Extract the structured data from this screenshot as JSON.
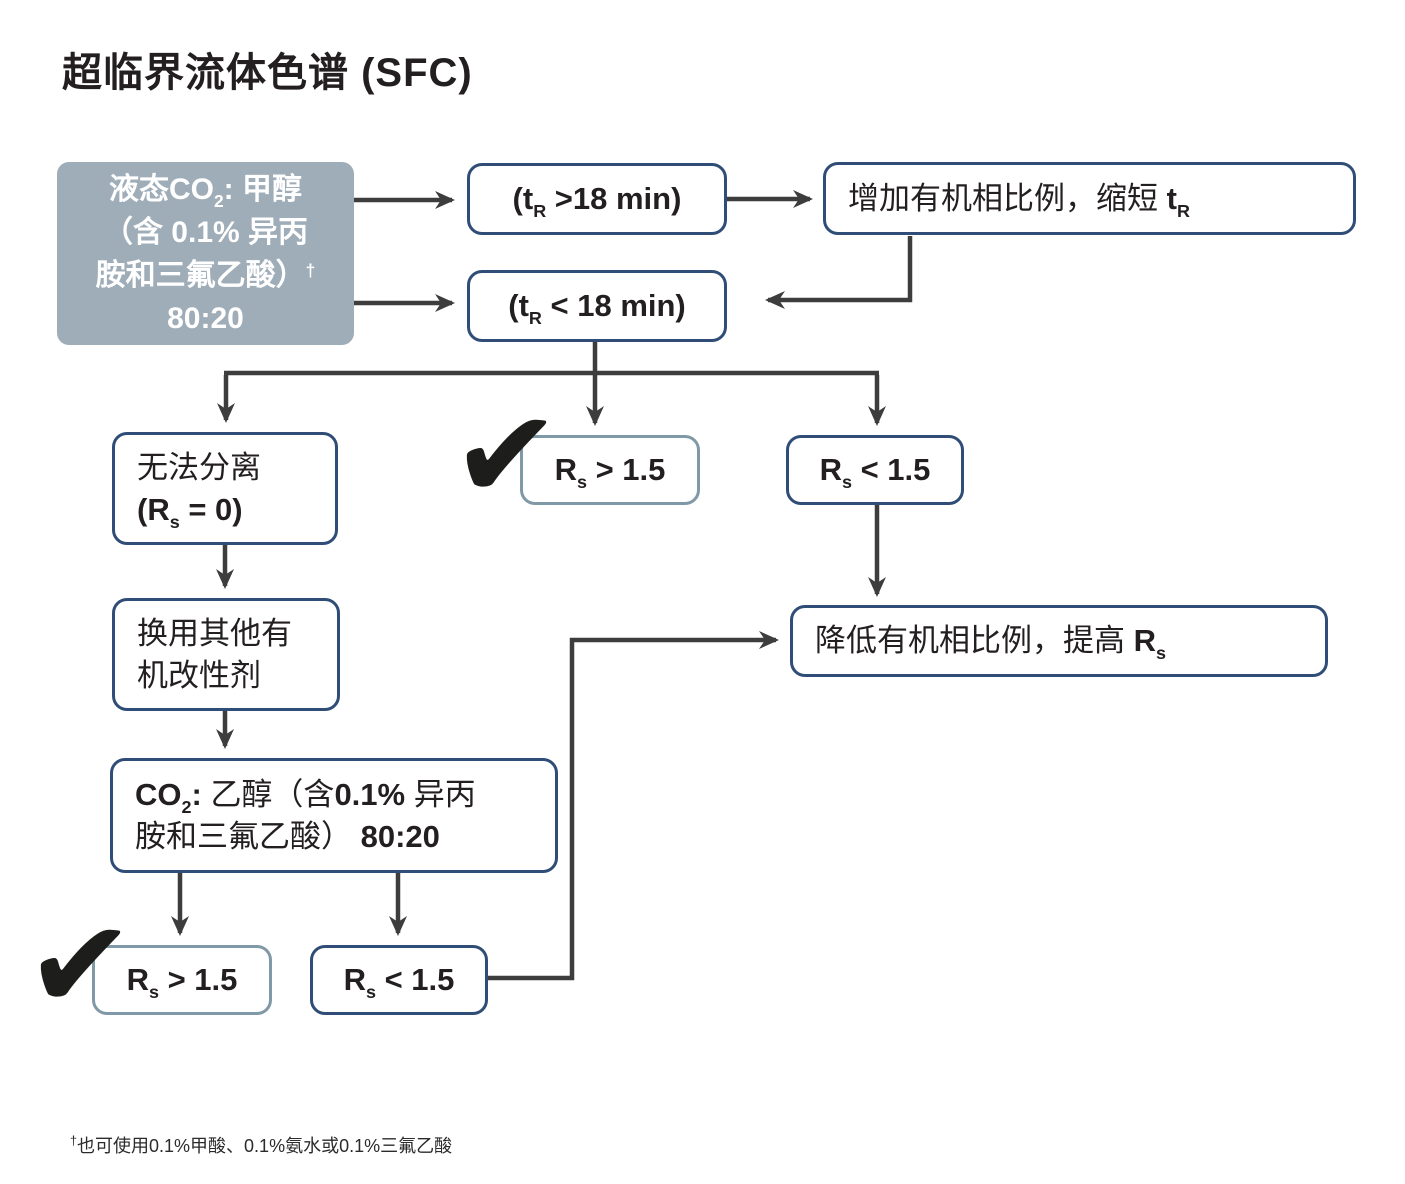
{
  "title": "超临界流体色谱 (SFC)",
  "footnote": {
    "marker": "†",
    "text": "也可使用0.1%甲酸、0.1%氨水或0.1%三氟乙酸"
  },
  "icons": {
    "checkmark": "✔"
  },
  "colors": {
    "navy_border": "#2f4d77",
    "light_border": "#8099a7",
    "gray_box_fill": "#9fadb8",
    "arrow": "#3d3d3d",
    "text": "#231f20"
  },
  "nodes": {
    "start": {
      "l1a": "液态CO",
      "l1sub": "2",
      "l1b": ": 甲醇",
      "l2": "（含 0.1% 异丙",
      "l3": "胺和三氟乙酸）",
      "l3sup": "†",
      "l4": "80:20"
    },
    "tr_gt18": {
      "a": "(t",
      "sub": "R",
      "b": " >18 min)"
    },
    "increase": {
      "cn": "增加有机相比例，缩短 ",
      "sym": "t",
      "symsub": "R"
    },
    "tr_lt18": {
      "a": "(t",
      "sub": "R",
      "b": " < 18 min)"
    },
    "no_sep": {
      "l1": "无法分离",
      "l2a": "(R",
      "l2sub": "s",
      "l2b": " = 0)"
    },
    "rs_gt_mid": {
      "a": "R",
      "sub": "s",
      "b": " > 1.5"
    },
    "rs_lt_top": {
      "a": "R",
      "sub": "s",
      "b": " < 1.5"
    },
    "switch_mod": {
      "l1": "换用其他有",
      "l2": "机改性剂"
    },
    "decrease": {
      "cn": "降低有机相比例，提高 ",
      "sym": "R",
      "symsub": "s"
    },
    "co2_eth": {
      "l1a": "CO",
      "l1sub": "2",
      "l1b": ": ",
      "l1c": "乙醇（含",
      "l1d": "0.1%",
      "l1e": " 异丙",
      "l2a": "胺和三氟乙酸）",
      "l2b": " 80:20"
    },
    "rs_gt_bot": {
      "a": "R",
      "sub": "s",
      "b": " > 1.5"
    },
    "rs_lt_bot": {
      "a": "R",
      "sub": "s",
      "b": " < 1.5"
    }
  }
}
